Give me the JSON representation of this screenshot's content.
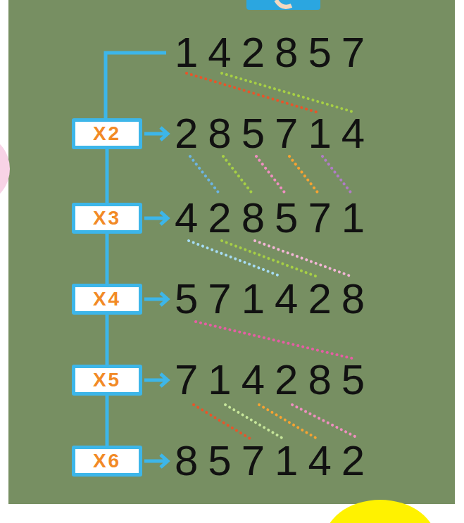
{
  "diagram": {
    "nodes": [
      {
        "text": [
          "X2"
        ]
      },
      {
        "text": [
          "X3"
        ]
      },
      {
        "text": [
          "X4"
        ]
      },
      {
        "text": [
          "X5"
        ]
      },
      {
        "text": [
          "X6"
        ]
      }
    ],
    "edges": [
      {
        "from": 0,
        "to": 1,
        "arrow": "none"
      },
      {
        "from": 1,
        "to": 2,
        "arrow": "none"
      },
      {
        "from": 2,
        "to": 3,
        "arrow": "none"
      },
      {
        "from": 3,
        "to": 4,
        "arrow": "none"
      }
    ],
    "labels": [
      "142857",
      "285714",
      "428571",
      "571428",
      "714285",
      "857142"
    ]
  }
}
